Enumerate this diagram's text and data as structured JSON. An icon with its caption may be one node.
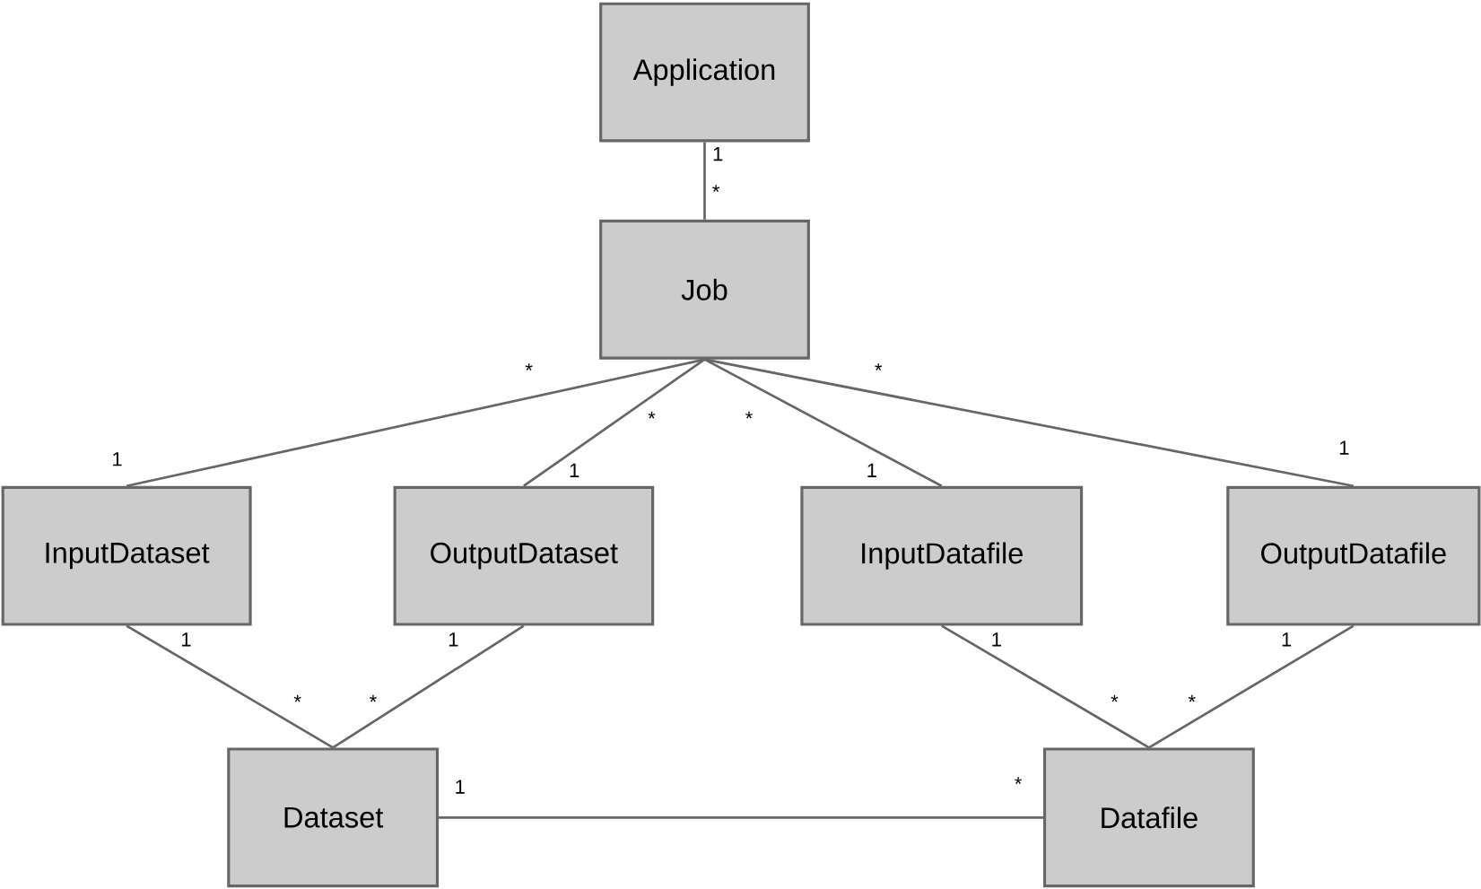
{
  "diagram": {
    "nodes": [
      {
        "text": [
          "Application"
        ]
      },
      {
        "text": [
          "Job"
        ]
      },
      {
        "text": [
          "InputDataset"
        ]
      },
      {
        "text": [
          "OutputDataset"
        ]
      },
      {
        "text": [
          "InputDatafile"
        ]
      },
      {
        "text": [
          "OutputDatafile"
        ]
      },
      {
        "text": [
          "Dataset"
        ]
      },
      {
        "text": [
          "Datafile"
        ]
      }
    ],
    "edges": [
      {
        "from": 0,
        "to": 1,
        "arrow": "none"
      },
      {
        "from": 1,
        "to": 2,
        "arrow": "none"
      },
      {
        "from": 1,
        "to": 3,
        "arrow": "none"
      },
      {
        "from": 1,
        "to": 4,
        "arrow": "none"
      },
      {
        "from": 1,
        "to": 5,
        "arrow": "none"
      },
      {
        "from": 2,
        "to": 6,
        "arrow": "none"
      },
      {
        "from": 3,
        "to": 6,
        "arrow": "none"
      },
      {
        "from": 4,
        "to": 7,
        "arrow": "none"
      },
      {
        "from": 5,
        "to": 7,
        "arrow": "none"
      },
      {
        "from": 6,
        "to": 7,
        "arrow": "none"
      }
    ],
    "labels": [
      "1",
      "*",
      "*",
      "*",
      "*",
      "*",
      "1",
      "1",
      "1",
      "1",
      "1",
      "1",
      "1",
      "1",
      "*",
      "*",
      "*",
      "*",
      "1",
      "*"
    ]
  }
}
